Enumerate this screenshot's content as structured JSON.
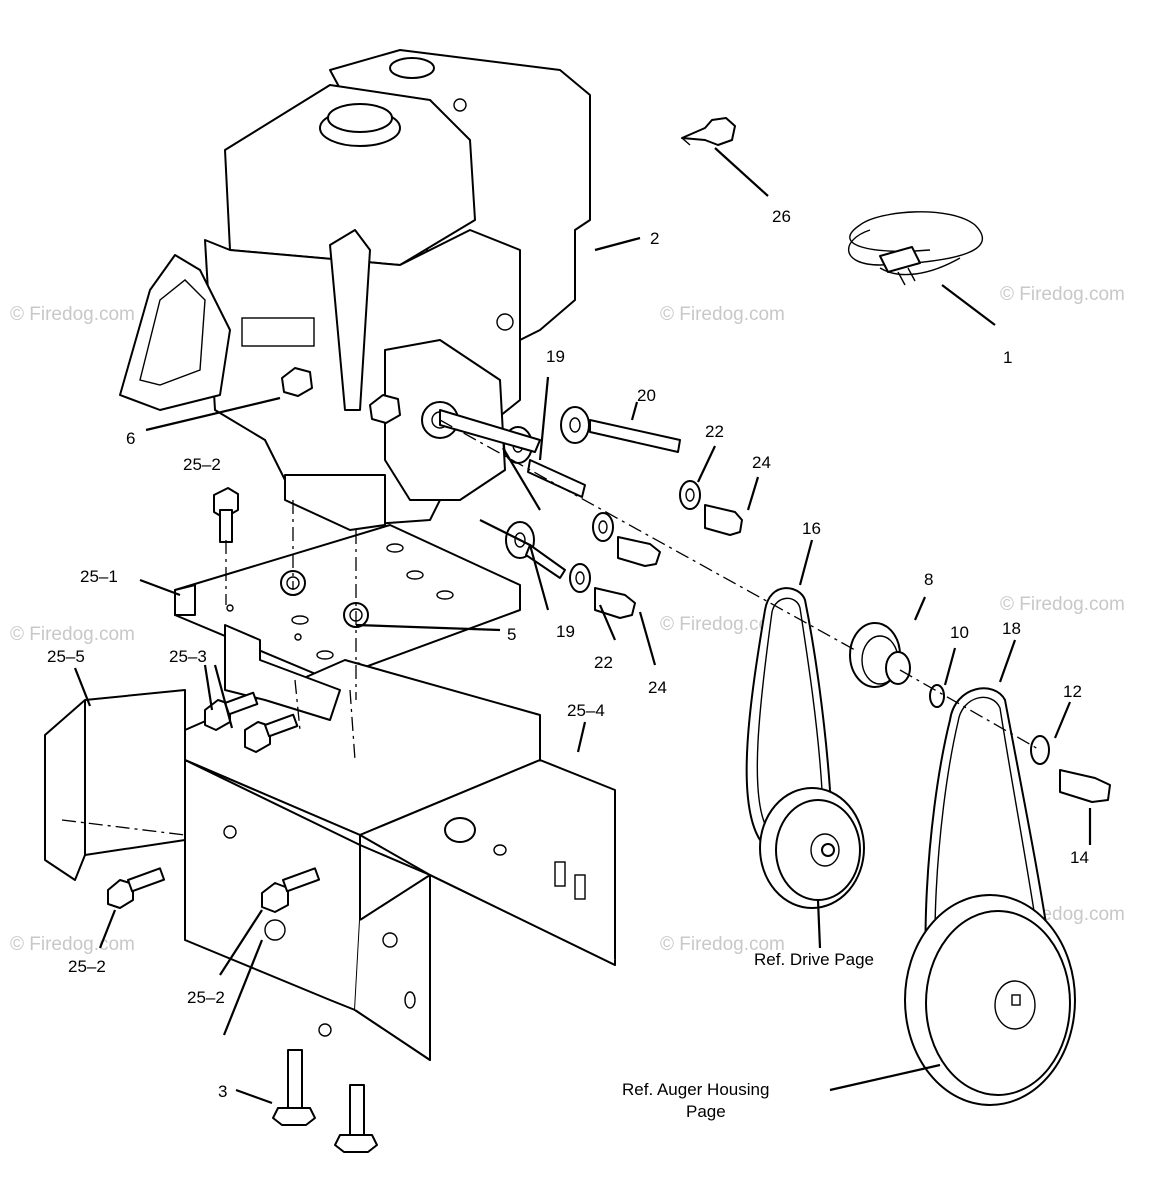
{
  "watermark": "© Firedog.com",
  "labels": {
    "l1": "1",
    "l2": "2",
    "l3": "3",
    "l5": "5",
    "l6": "6",
    "l8": "8",
    "l10": "10",
    "l12": "12",
    "l14": "14",
    "l16": "16",
    "l18": "18",
    "l19a": "19",
    "l19b": "19",
    "l20": "20",
    "l22a": "22",
    "l22b": "22",
    "l24a": "24",
    "l24b": "24",
    "l25_1": "25–1",
    "l25_2a": "25–2",
    "l25_2b": "25–2",
    "l25_2c": "25–2",
    "l25_3": "25–3",
    "l25_4": "25–4",
    "l25_5": "25–5",
    "l26": "26"
  },
  "references": {
    "drive": "Ref. Drive Page",
    "auger_line1": "Ref. Auger Housing",
    "auger_line2": "Page"
  }
}
